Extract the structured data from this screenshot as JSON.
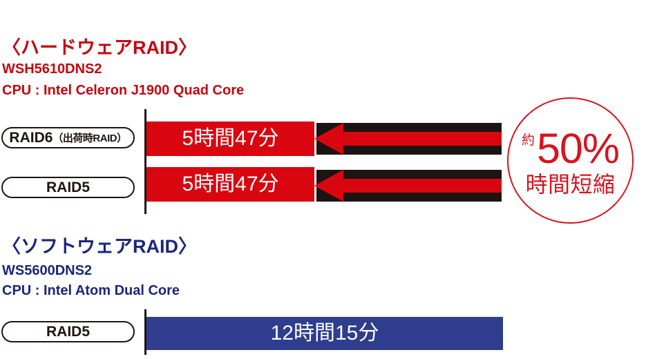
{
  "colors": {
    "hw_text": "#c5050f",
    "bar_red": "#d9060f",
    "sw_text": "#19267c",
    "bar_blue": "#2e3d8e",
    "badge_red": "#d8131f",
    "ink": "#1c1412",
    "bar_text": "#ffffff",
    "background": "#ffffff"
  },
  "chart_data": {
    "type": "bar",
    "orientation": "horizontal",
    "value_unit": "minutes",
    "x_range_minutes": [
      0,
      735
    ],
    "grid": false,
    "annotation": {
      "prefix": "約",
      "value": "50%",
      "suffix": "時間短縮"
    },
    "groups": [
      {
        "title": "〈ハードウェアRAID〉",
        "model": "WSH5610DNS2",
        "cpu": "CPU : Intel Celeron J1900 Quad Core",
        "bar_color": "#d9060f",
        "rows": [
          {
            "label": "RAID6",
            "label_sub": "（出荷時RAID）",
            "time": "5時間47分",
            "minutes": 347
          },
          {
            "label": "RAID5",
            "label_sub": "",
            "time": "5時間47分",
            "minutes": 347
          }
        ]
      },
      {
        "title": "〈ソフトウェアRAID〉",
        "model": "WS5600DNS2",
        "cpu": "CPU : Intel Atom Dual Core",
        "bar_color": "#2e3d8e",
        "rows": [
          {
            "label": "RAID5",
            "label_sub": "",
            "time": "12時間15分",
            "minutes": 735
          }
        ]
      }
    ]
  }
}
